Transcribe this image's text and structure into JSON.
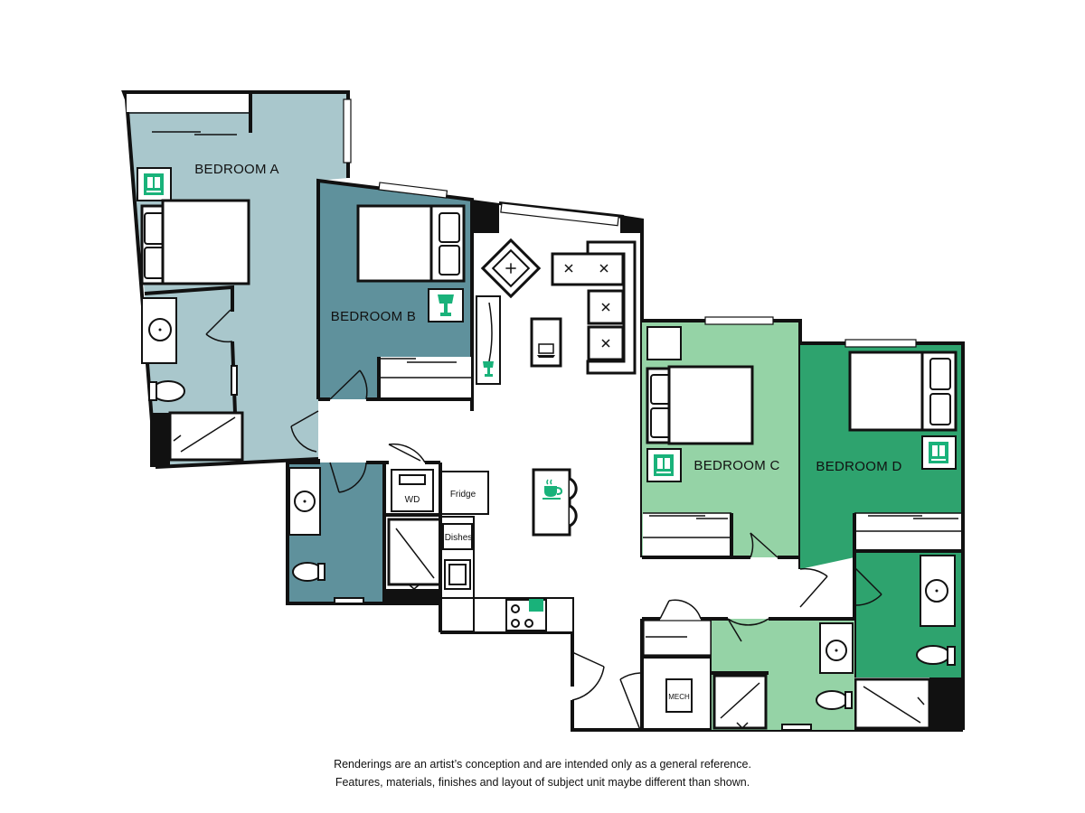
{
  "rooms": {
    "bedroom_a": "BEDROOM  A",
    "bedroom_b": "BEDROOM B",
    "bedroom_c": "BEDROOM  C",
    "bedroom_d": "BEDROOM  D"
  },
  "appliances": {
    "washer_dryer": "WD",
    "fridge": "Fridge",
    "dishwasher": "Dishes",
    "mechanical": "MECH"
  },
  "colors": {
    "bedroom_a": "#a9c7cc",
    "bedroom_b": "#5f919c",
    "bedroom_c": "#95d3a6",
    "bedroom_d": "#2ea36e",
    "bath_c": "#95d3a6",
    "accent_icon": "#19b27a",
    "wall": "#111111"
  },
  "icons": [
    "charging-station-icon",
    "desk-lamp-icon",
    "laptop-icon",
    "coffee-cup-icon"
  ],
  "disclaimer": {
    "line1": "Renderings are an artist’s conception and are intended only as a general reference.",
    "line2": "Features, materials, finishes and layout of subject unit maybe different than shown."
  }
}
